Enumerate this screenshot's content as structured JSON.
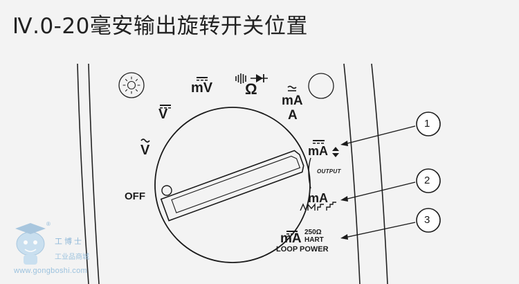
{
  "title": "Ⅳ.0-20毫安输出旋转开关位置",
  "dial": {
    "off": "OFF",
    "v_ac": "V",
    "v_dc": "V",
    "mv": "mV",
    "ohm": "Ω",
    "ma_a_top": "mA",
    "ma_a_bottom": "A",
    "ma_out": "mA",
    "output": "OUTPUT",
    "ma_sim": "mA",
    "ma_hart": "mA",
    "hart_res": "250Ω",
    "hart": "HART",
    "loop_power": "LOOP POWER"
  },
  "callouts": [
    "1",
    "2",
    "3"
  ],
  "watermark": {
    "brand": "工博士",
    "sub": "工业品商城",
    "url": "www.gongboshi.com",
    "reg": "®"
  },
  "icons": [
    "brightness-icon",
    "continuity-icon",
    "diode-icon",
    "ramp-wave-icon",
    "step-wave-icon"
  ]
}
